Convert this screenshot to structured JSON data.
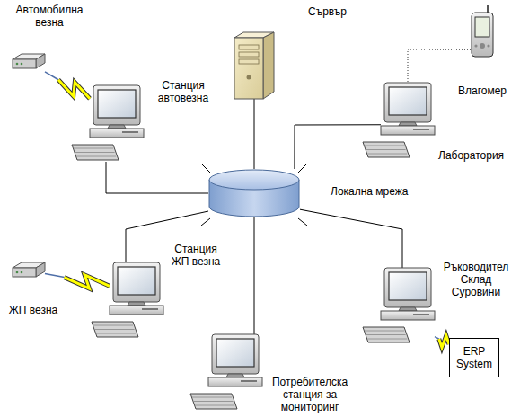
{
  "diagram": {
    "nodes": [
      {
        "text": [
          "Автомобилна везна"
        ]
      },
      {
        "text": [
          "Сървър"
        ]
      },
      {
        "text": [
          "Влагомер"
        ]
      },
      {
        "text": [
          "Станция автовезна"
        ]
      },
      {
        "text": [
          "Лаборатория"
        ]
      },
      {
        "text": [
          "Локална мрежа"
        ]
      },
      {
        "text": [
          "Станция ЖП везна"
        ]
      },
      {
        "text": [
          "ЖП везна"
        ]
      },
      {
        "text": [
          "Ръководител Склад Суровини"
        ]
      },
      {
        "text": [
          "ERP System"
        ]
      },
      {
        "text": [
          "Потребителска станция за мониторинг"
        ]
      }
    ],
    "edges": [
      {
        "from": 0,
        "to": 3,
        "arrow": "none"
      },
      {
        "from": 3,
        "to": 5,
        "arrow": "none"
      },
      {
        "from": 1,
        "to": 5,
        "arrow": "none"
      },
      {
        "from": 2,
        "to": 4,
        "arrow": "none"
      },
      {
        "from": 4,
        "to": 5,
        "arrow": "none"
      },
      {
        "from": 7,
        "to": 6,
        "arrow": "none"
      },
      {
        "from": 6,
        "to": 5,
        "arrow": "none"
      },
      {
        "from": 10,
        "to": 5,
        "arrow": "none"
      },
      {
        "from": 8,
        "to": 5,
        "arrow": "none"
      },
      {
        "from": 8,
        "to": 9,
        "arrow": "none"
      }
    ]
  }
}
